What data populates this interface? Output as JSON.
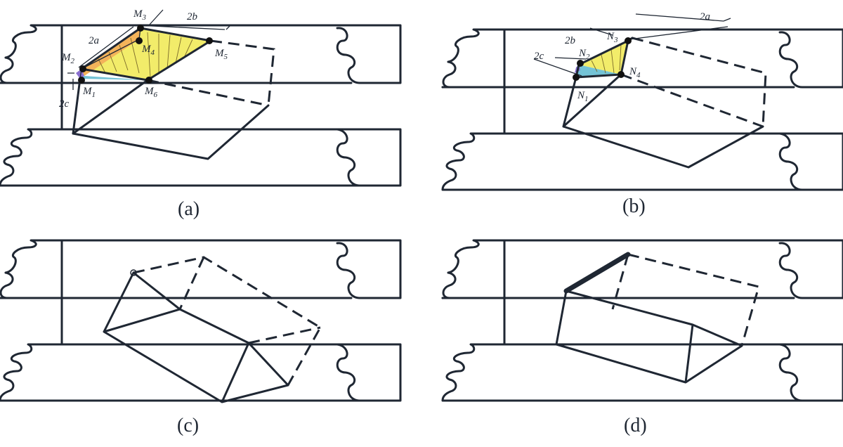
{
  "panels": [
    {
      "caption": "(a)"
    },
    {
      "caption": "(b)"
    },
    {
      "caption": "(c)"
    },
    {
      "caption": "(d)"
    }
  ],
  "labels_a": {
    "M1": {
      "base": "M",
      "sub": "1"
    },
    "M2": {
      "base": "M",
      "sub": "2"
    },
    "M3": {
      "base": "M",
      "sub": "3"
    },
    "M4": {
      "base": "M",
      "sub": "4"
    },
    "M5": {
      "base": "M",
      "sub": "5"
    },
    "M6": {
      "base": "M",
      "sub": "6"
    },
    "dim_2a": "2a",
    "dim_2b": "2b",
    "dim_2c": "2c"
  },
  "labels_b": {
    "N1": {
      "base": "N",
      "sub": "1"
    },
    "N2": {
      "base": "N",
      "sub": "2"
    },
    "N3": {
      "base": "N",
      "sub": "3"
    },
    "N4": {
      "base": "N",
      "sub": "4"
    },
    "dim_2a": "2a",
    "dim_2b": "2b",
    "dim_2c": "2c"
  },
  "colors": {
    "line": "#1f2733",
    "yellow_face": "#f2ec6a",
    "green_face": "#9fd88a",
    "blue_face": "#74c3d6",
    "orange_face": "#f3b35a",
    "purple_face": "#8a6fd0"
  }
}
